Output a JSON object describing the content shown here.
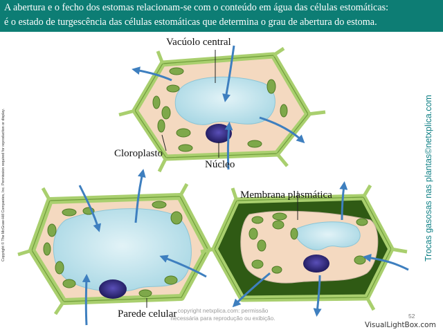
{
  "header": {
    "line1": "A abertura e o fecho dos estomas relacionam-se com o conteúdo em água das células estomáticas:",
    "line2": "é o estado de turgescência das células estomáticas que determina o grau de abertura do estoma."
  },
  "labels": {
    "central_vacuole": "Vacúolo central",
    "chloroplast": "Cloroplasto",
    "nucleus": "Núcleo",
    "plasma_membrane": "Membrana plasmática",
    "cell_wall": "Parede celular"
  },
  "copyright": "Copyright © The McGraw-Hill Companies, Inc. Permission required for reproduction or display.",
  "side_title": "Trocas gasosas nas plantas©netxplica.com",
  "watermark": {
    "line1": "copyright netxplica.com: permissão",
    "line2": "necessária para reprodução ou exibição."
  },
  "page_number": "52",
  "site_watermark": "VisualLightBox.com",
  "colors": {
    "header_bg": "#0d7d74",
    "cell_wall": "#a9cf6e",
    "cytoplasm": "#f4d9c0",
    "vacuole": "#bfe3ec",
    "chloroplast": "#7ea84a",
    "nucleus": "#3a2f8a",
    "plasmolyzed_wall_interior": "#2f5a14",
    "arrow": "#3e7fbf"
  }
}
